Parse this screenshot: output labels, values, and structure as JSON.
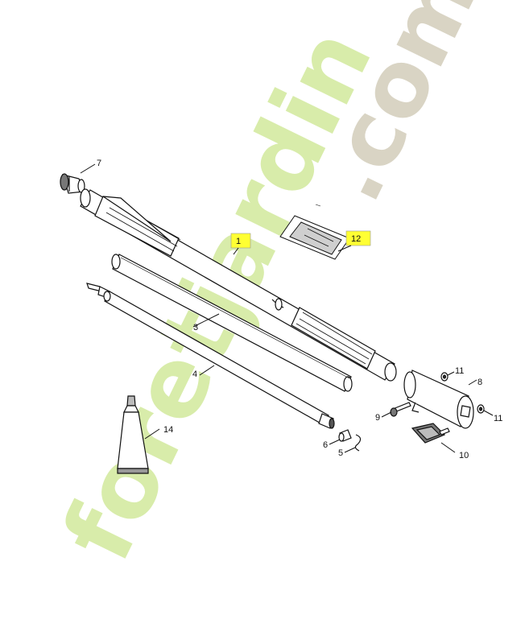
{
  "watermark": {
    "text_lime": "foretjardin",
    "text_tan": ".com",
    "color_lime": "#d8ecaa",
    "color_tan": "#d9d4c4"
  },
  "highlight_color": "#ffff33",
  "parts": [
    {
      "id": "1",
      "name": "drive-tube",
      "highlighted": true
    },
    {
      "id": "3",
      "name": "protective-tube",
      "highlighted": false
    },
    {
      "id": "4",
      "name": "drive-shaft",
      "highlighted": false
    },
    {
      "id": "5",
      "name": "circlip",
      "highlighted": false
    },
    {
      "id": "6",
      "name": "bushing",
      "highlighted": false
    },
    {
      "id": "7",
      "name": "end-sleeve",
      "highlighted": false
    },
    {
      "id": "8",
      "name": "clamp-housing",
      "highlighted": false
    },
    {
      "id": "9",
      "name": "screw",
      "highlighted": false
    },
    {
      "id": "10",
      "name": "wing-knob",
      "highlighted": false
    },
    {
      "id": "11a",
      "label": "11",
      "name": "nut-top",
      "highlighted": false
    },
    {
      "id": "11b",
      "label": "11",
      "name": "nut-side",
      "highlighted": false
    },
    {
      "id": "12",
      "name": "label-decal",
      "highlighted": true
    },
    {
      "id": "14",
      "name": "grease-tube",
      "highlighted": false
    }
  ]
}
